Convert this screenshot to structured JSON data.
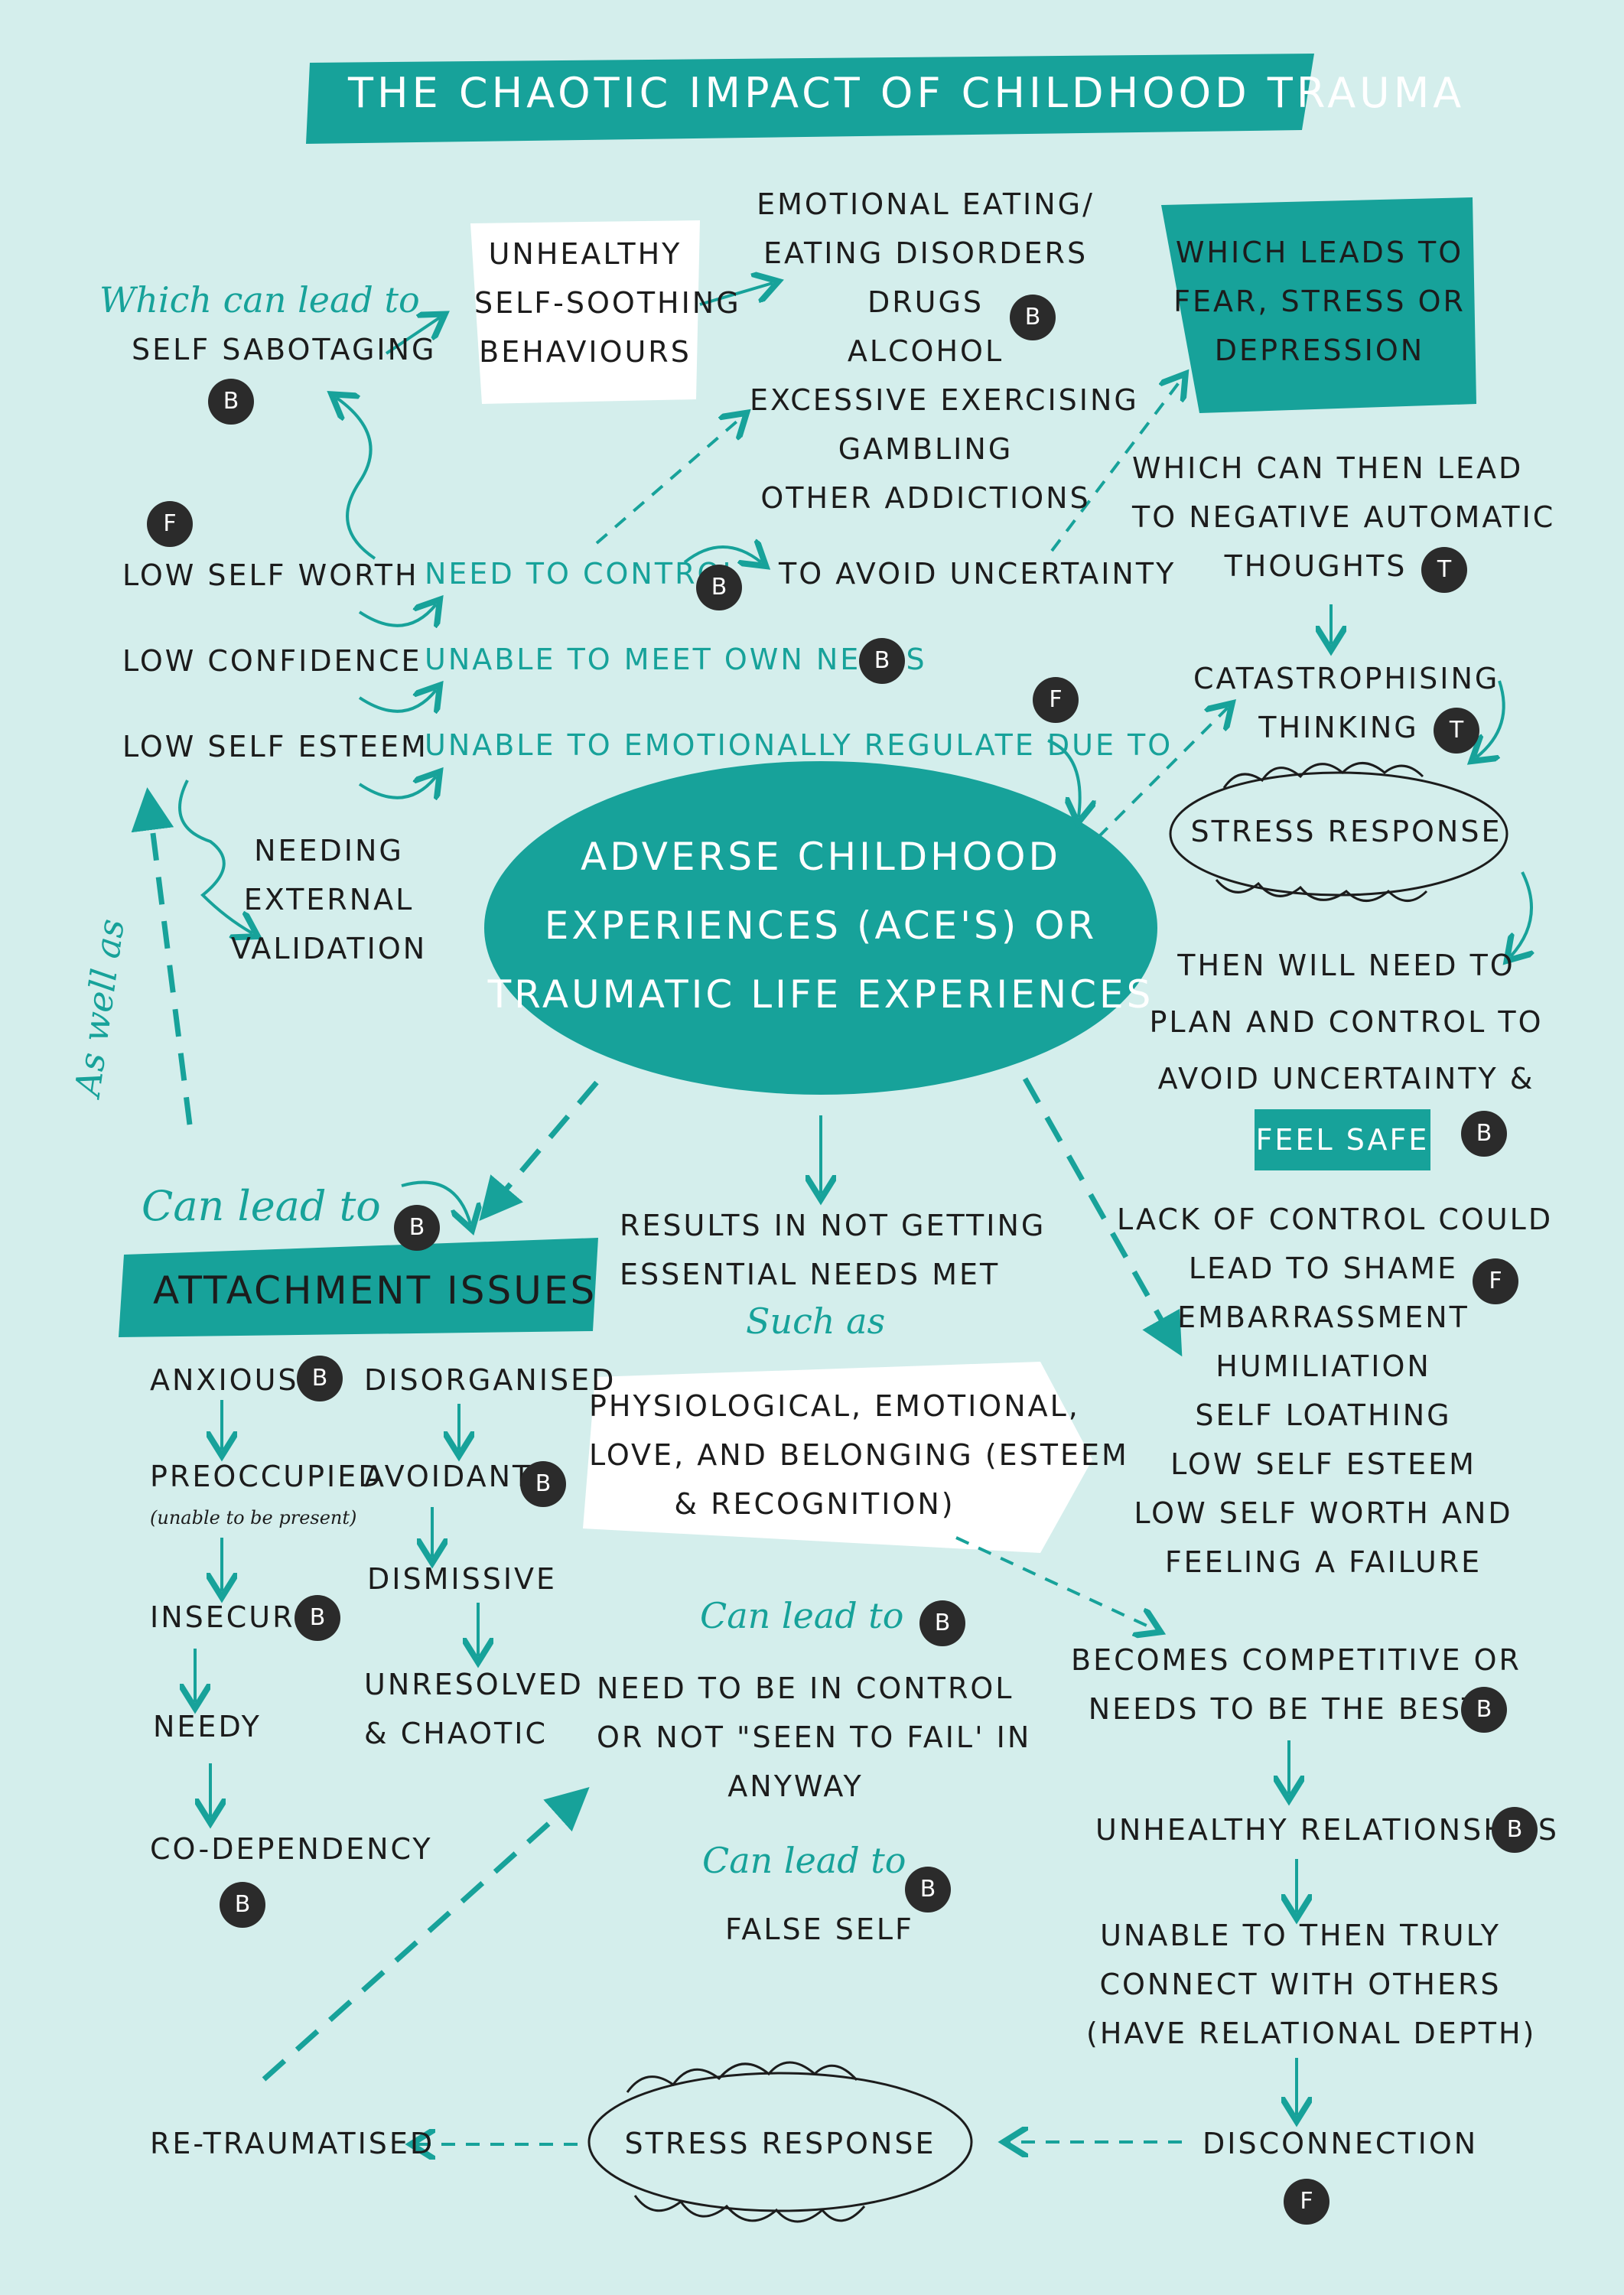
{
  "title": "THE CHAOTIC IMPACT OF CHILDHOOD TRAUMA",
  "center": [
    "ADVERSE CHILDHOOD",
    "EXPERIENCES (ACE'S) OR",
    "TRAUMATIC LIFE EXPERIENCES"
  ],
  "top_left": {
    "which_can_lead_to": "Which can lead to",
    "self_sabotaging": "SELF SABOTAGING",
    "self_soothing": [
      "UNHEALTHY",
      "SELF-SOOTHING",
      "BEHAVIOURS"
    ],
    "behaviours_list": [
      "EMOTIONAL EATING/",
      "EATING DISORDERS",
      "DRUGS",
      "ALCOHOL",
      "EXCESSIVE EXERCISING",
      "GAMBLING",
      "OTHER ADDICTIONS"
    ],
    "fear_box": [
      "WHICH LEADS TO",
      "FEAR, STRESS OR",
      "DEPRESSION"
    ]
  },
  "left_traits": [
    "LOW SELF WORTH",
    "LOW CONFIDENCE",
    "LOW SELF ESTEEM"
  ],
  "needs": {
    "need_to_control": "NEED TO CONTROL",
    "to_avoid_uncertainty": "TO AVOID UNCERTAINTY",
    "unable_meet": "UNABLE TO MEET OWN NEEDS",
    "unable_regulate": "UNABLE TO EMOTIONALLY REGULATE DUE TO"
  },
  "needing_validation": [
    "NEEDING",
    "EXTERNAL",
    "VALIDATION"
  ],
  "as_well_as": "As well as",
  "right_column": {
    "negative_thoughts": [
      "WHICH CAN THEN LEAD",
      "TO NEGATIVE AUTOMATIC",
      "THOUGHTS"
    ],
    "catastrophising": [
      "CATASTROPHISING",
      "THINKING"
    ],
    "stress_response": "STRESS RESPONSE",
    "plan_control": [
      "THEN WILL NEED TO",
      "PLAN AND CONTROL TO",
      "AVOID UNCERTAINTY &"
    ],
    "feel_safe": "FEEL SAFE",
    "shame": [
      "LACK OF CONTROL COULD",
      "LEAD TO SHAME",
      "EMBARRASSMENT",
      "HUMILIATION",
      "SELF LOATHING",
      "LOW SELF ESTEEM",
      "LOW SELF WORTH AND",
      "FEELING A FAILURE"
    ],
    "competitive": [
      "BECOMES COMPETITIVE  OR",
      "NEEDS TO BE THE BEST"
    ],
    "unhealthy_relationships": "UNHEALTHY RELATIONSHIPS",
    "unable_connect": [
      "UNABLE TO THEN TRULY",
      "CONNECT WITH OTHERS",
      "(HAVE RELATIONAL DEPTH)"
    ],
    "disconnection": "DISCONNECTION"
  },
  "middle": {
    "results": [
      "RESULTS IN NOT GETTING",
      "ESSENTIAL NEEDS MET"
    ],
    "such_as": "Such as",
    "needs_arrow": [
      "PHYSIOLOGICAL, EMOTIONAL,",
      "LOVE, AND BELONGING (ESTEEM",
      "& RECOGNITION)"
    ],
    "can_lead_to": "Can lead to",
    "control_fail": [
      "NEED TO BE IN CONTROL",
      "OR NOT \"SEEN TO FAIL' IN",
      "ANYWAY"
    ],
    "false_self": "FALSE SELF"
  },
  "attachment": {
    "can_lead_to": "Can lead to",
    "title": "ATTACHMENT ISSUES",
    "left_chain": [
      "ANXIOUS",
      "PREOCCUPIED",
      "INSECURE",
      "NEEDY",
      "CO-DEPENDENCY"
    ],
    "preoccupied_note": "(unable to be present)",
    "right_chain": [
      "DISORGANISED",
      "AVOIDANT",
      "DISMISSIVE"
    ],
    "unresolved": [
      "UNRESOLVED",
      "& CHAOTIC"
    ]
  },
  "bottom": {
    "re_traumatised": "RE-TRAUMATISED",
    "stress_response": "STRESS RESPONSE"
  },
  "badges": {
    "b": "B",
    "f": "F",
    "t": "T"
  },
  "colors": {
    "background": "#d4eeec",
    "teal": "#17a29a",
    "badge": "#2b2b2b",
    "white": "#ffffff"
  }
}
